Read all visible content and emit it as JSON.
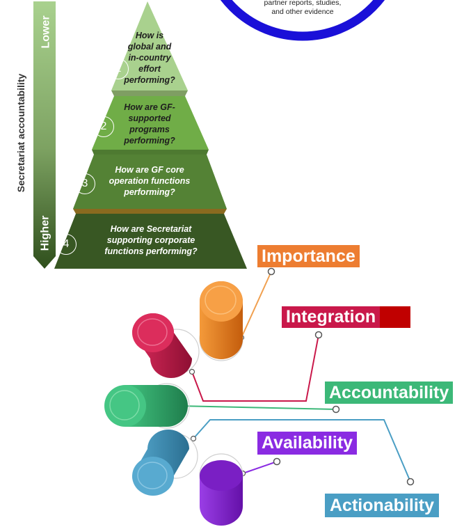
{
  "evidence_circle": {
    "text_line1": "partner reports, studies,",
    "text_line2": "and other evidence",
    "ring_color": "#1a10d8"
  },
  "accountability_axis": {
    "title": "Secretariat accountability",
    "top_label": "Lower",
    "bottom_label": "Higher"
  },
  "pyramid": {
    "tiers": [
      {
        "number": "1",
        "question": [
          "How is",
          "global and",
          "in-country",
          "effort",
          "performing?"
        ],
        "color": "#a9d18e",
        "text_color": "#1e1e1e"
      },
      {
        "number": "2",
        "question": [
          "How are GF-",
          "supported",
          "programs",
          "performing?"
        ],
        "color": "#70ad47",
        "text_color": "#1e1e1e"
      },
      {
        "number": "3",
        "question": [
          "How are GF core",
          "operation functions",
          "performing?"
        ],
        "color": "#548235",
        "text_color": "#ffffff"
      },
      {
        "number": "4",
        "question": [
          "How are Secretariat",
          "supporting corporate",
          "functions performing?"
        ],
        "color": "#385723",
        "text_color": "#ffffff"
      }
    ]
  },
  "principles": [
    {
      "label": "Importance",
      "color": "#ed7d31"
    },
    {
      "label": "Integration",
      "color": "#c9184a"
    },
    {
      "label": "Accountability",
      "color": "#3cb878"
    },
    {
      "label": "Availability",
      "color": "#8a2be2"
    },
    {
      "label": "Actionability",
      "color": "#4a9ec4"
    }
  ]
}
